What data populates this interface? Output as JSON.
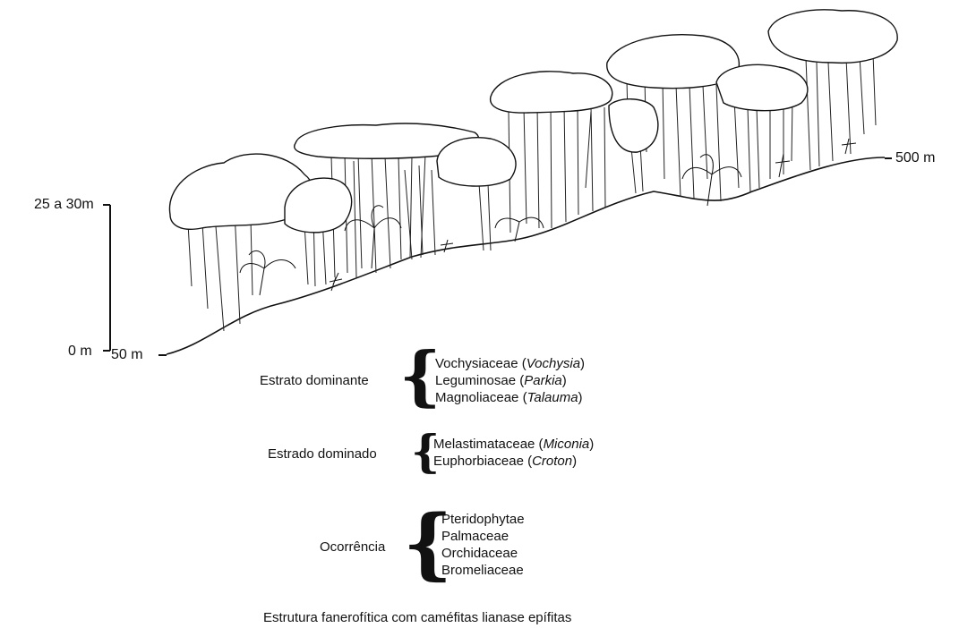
{
  "scale": {
    "top_label": "25 a 30m",
    "bottom_label": "0 m",
    "start_elevation": "50 m",
    "end_elevation": "500 m"
  },
  "groups": [
    {
      "label": "Estrato dominante",
      "items": [
        {
          "family": "Vochysiaceae (",
          "genus": "Vochysia",
          "close": ")"
        },
        {
          "family": "Leguminosae (",
          "genus": "Parkia",
          "close": ")"
        },
        {
          "family": "Magnoliaceae (",
          "genus": "Talauma",
          "close": ")"
        }
      ]
    },
    {
      "label": "Estrado dominado",
      "items": [
        {
          "family": "Melastimataceae (",
          "genus": "Miconia",
          "close": ")"
        },
        {
          "family": "Euphorbiaceae (",
          "genus": "Croton",
          "close": ")"
        }
      ]
    },
    {
      "label": "Ocorrência",
      "items": [
        {
          "family": "Pteridophytae"
        },
        {
          "family": "Palmaceae"
        },
        {
          "family": "Orchidaceae"
        },
        {
          "family": "Bromeliaceae"
        }
      ]
    }
  ],
  "caption": "Estrutura fanerofítica com caméfitas lianase epífitas"
}
